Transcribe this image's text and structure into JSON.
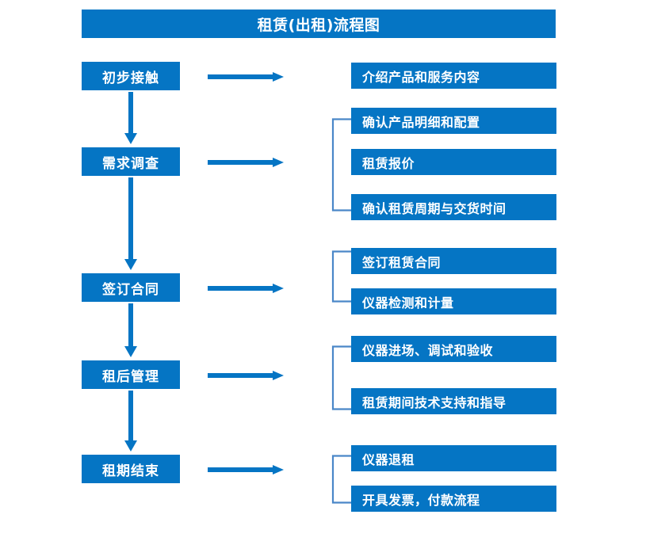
{
  "title": "租赁(出租)流程图",
  "colors": {
    "box_blue": "#0575C4",
    "arrow_blue": "#0575C4",
    "bracket_blue": "#4A87C8",
    "text_white": "#ffffff",
    "background": "#ffffff"
  },
  "stages": [
    {
      "label": "初步接触"
    },
    {
      "label": "需求调查"
    },
    {
      "label": "签订合同"
    },
    {
      "label": "租后管理"
    },
    {
      "label": "租期结束"
    }
  ],
  "details": [
    {
      "label": "介绍产品和服务内容"
    },
    {
      "label": "确认产品明细和配置"
    },
    {
      "label": "租赁报价"
    },
    {
      "label": "确认租赁周期与交货时间"
    },
    {
      "label": "签订租赁合同"
    },
    {
      "label": "仪器检测和计量"
    },
    {
      "label": "仪器进场、调试和验收"
    },
    {
      "label": "租赁期间技术支持和指导"
    },
    {
      "label": "仪器退租"
    },
    {
      "label": "开具发票，付款流程"
    }
  ],
  "icons": {
    "right_arrow": "right-arrow-icon",
    "down_arrow": "down-arrow-icon",
    "bracket": "group-bracket-icon"
  }
}
